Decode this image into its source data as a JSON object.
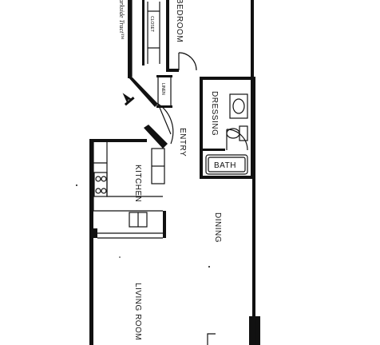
{
  "rooms": {
    "bedroom": "BEDROOM",
    "closet": "CLOSET",
    "linen": "LINEN",
    "dressing": "DRESSING",
    "bath": "BATH",
    "entry": "ENTRY",
    "kitchen": "KITCHEN",
    "dining": "DINING",
    "living_room": "LIVING ROOM"
  },
  "builder_mark": "Parkside Tract™",
  "compass_icon": "north-arrow-icon",
  "colors": {
    "ink": "#111111",
    "paper": "#ffffff"
  }
}
